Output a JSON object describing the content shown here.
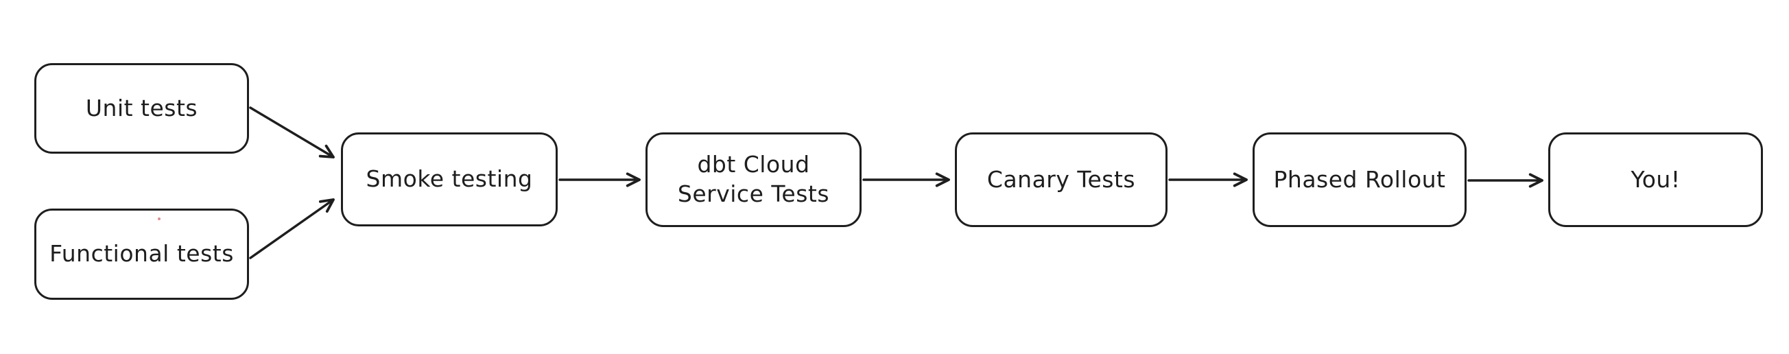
{
  "diagram": {
    "type": "flowchart",
    "style": "hand-drawn",
    "colors": {
      "stroke": "#1e1e1e",
      "canvas_background": "#ffffff",
      "artifact_dot": "#e08a8a"
    },
    "nodes": {
      "unit_tests": {
        "label": "Unit tests"
      },
      "functional_tests": {
        "label": "Functional tests"
      },
      "smoke_testing": {
        "label": "Smoke testing"
      },
      "dbt_cloud_service_tests": {
        "label": "dbt Cloud\nService Tests"
      },
      "canary_tests": {
        "label": "Canary Tests"
      },
      "phased_rollout": {
        "label": "Phased Rollout"
      },
      "you": {
        "label": "You!"
      }
    },
    "edges": [
      {
        "from": "Unit tests",
        "to": "Smoke testing"
      },
      {
        "from": "Functional tests",
        "to": "Smoke testing"
      },
      {
        "from": "Smoke testing",
        "to": "dbt Cloud Service Tests"
      },
      {
        "from": "dbt Cloud Service Tests",
        "to": "Canary Tests"
      },
      {
        "from": "Canary Tests",
        "to": "Phased Rollout"
      },
      {
        "from": "Phased Rollout",
        "to": "You!"
      }
    ]
  }
}
